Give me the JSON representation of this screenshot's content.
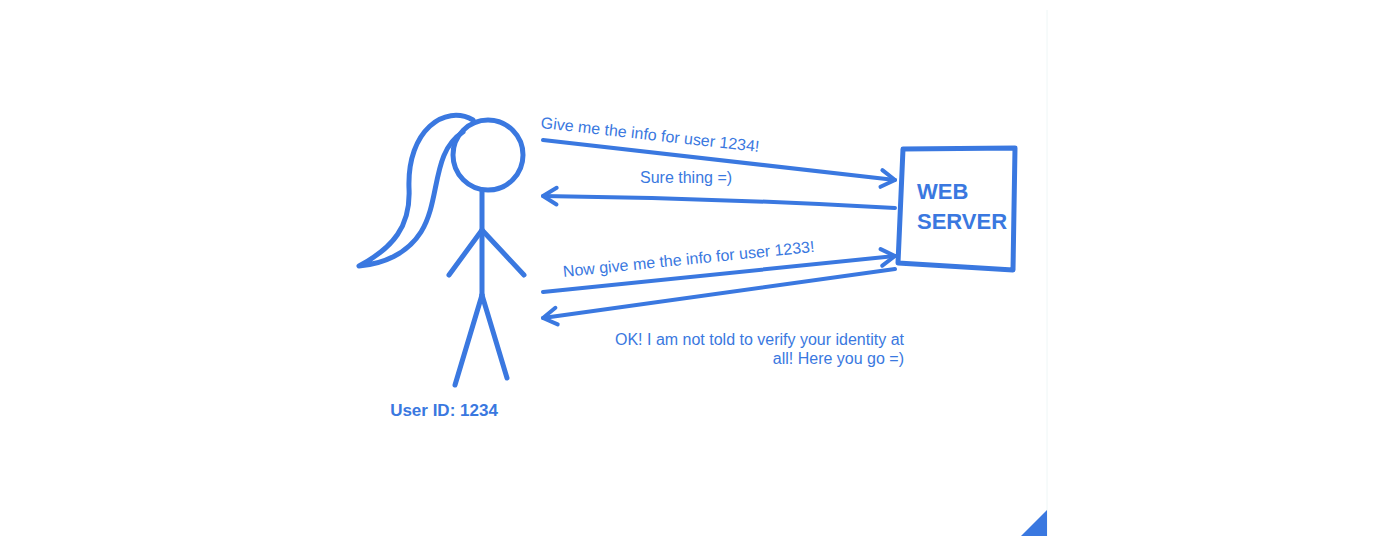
{
  "diagram": {
    "nodes": [
      {
        "text": [
          "User ID: 1234"
        ]
      },
      {
        "text": [
          "WEB SERVER"
        ]
      }
    ],
    "edges": [
      {
        "from": 0,
        "to": 1,
        "arrow": "to",
        "label": "Give me the info for user 1234!"
      },
      {
        "from": 1,
        "to": 0,
        "arrow": "to",
        "label": "Sure thing =)"
      },
      {
        "from": 0,
        "to": 1,
        "arrow": "to",
        "label": "Now give me the info for user 1233!"
      },
      {
        "from": 1,
        "to": 0,
        "arrow": "to",
        "label": "OK! I am not told to verify your identity at all! Here you go =)"
      }
    ]
  }
}
